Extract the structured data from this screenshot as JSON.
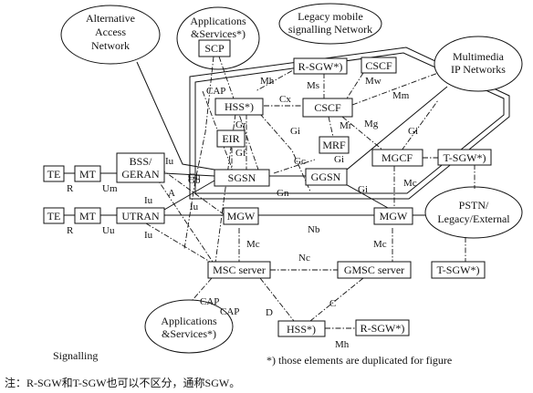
{
  "clouds": {
    "alt_access": [
      "Alternative",
      "Access",
      "Network"
    ],
    "apps_top": [
      "Applications",
      "&Services*)"
    ],
    "legacy": [
      "Legacy mobile",
      "signalling Network"
    ],
    "multimedia": [
      "Multimedia",
      "IP Networks"
    ],
    "pstn": [
      "PSTN/",
      "Legacy/External"
    ],
    "apps_bottom": [
      "Applications",
      "&Services*)"
    ]
  },
  "boxes": {
    "scp": "SCP",
    "rsgw_top": "R-SGW*)",
    "cscf_top": "CSCF",
    "hss_top": "HSS*)",
    "cscf_main": "CSCF",
    "eir": "EIR",
    "mrf": "MRF",
    "mgcf": "MGCF",
    "tsgw_top": "T-SGW*)",
    "te1": "TE",
    "mt1": "MT",
    "bss": [
      "BSS/",
      "GERAN"
    ],
    "sgsn": "SGSN",
    "ggsn": "GGSN",
    "te2": "TE",
    "mt2": "MT",
    "utran": "UTRAN",
    "mgw_left": "MGW",
    "mgw_right": "MGW",
    "msc": "MSC server",
    "gmsc": "GMSC server",
    "tsgw_bottom": "T-SGW*)",
    "hss_bottom": "HSS*)",
    "rsgw_bottom": "R-SGW*)"
  },
  "labels": {
    "cap_top": "CAP",
    "mh_top": "Mh",
    "ms": "Ms",
    "mw": "Mw",
    "cx": "Cx",
    "mm": "Mm",
    "gr": "Gr",
    "mr": "Mr",
    "mg": "Mg",
    "gi_left": "Gi",
    "gi_right": "Gi",
    "gi_mrf": "Gi",
    "gc": "Gc",
    "gf": "Gf",
    "iu_top": "Iu",
    "gb": "Gb",
    "r1": "R",
    "um": "Um",
    "a": "A",
    "iu_mid": "Iu",
    "iu_left": "Iu",
    "gn_left": "Gn",
    "gn_bottom": "Gn",
    "gi_ggsn": "Gi",
    "mc_right_top": "Mc",
    "r2": "R",
    "uu": "Uu",
    "iu_lower": "Iu",
    "nb": "Nb",
    "mc_left": "Mc",
    "mc_right": "Mc",
    "nc": "Nc",
    "cap_b1": "CAP",
    "cap_b2": "CAP",
    "d": "D",
    "c": "C",
    "mh_bottom": "Mh"
  },
  "legend": {
    "signalling": "Signalling",
    "footnote": "*) those elements are duplicated for figure",
    "note": "注：R-SGW和T-SGW也可以不区分，通称SGW。"
  }
}
